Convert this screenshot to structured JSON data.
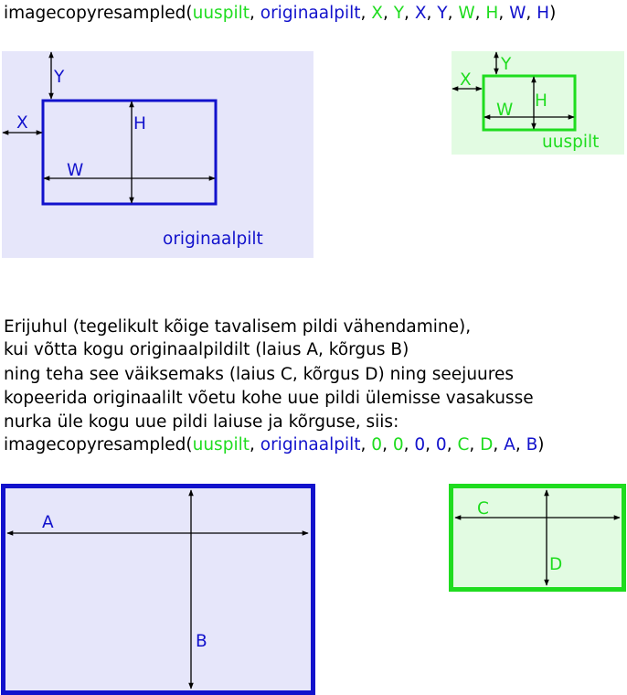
{
  "colors": {
    "blue": "#1212cc",
    "green": "#1fdc1f",
    "pale_blue": "#e6e6fa",
    "pale_green": "#e2fbe2"
  },
  "formula1": {
    "fn": "imagecopyresampled(",
    "args": [
      {
        "text": "uuspilt",
        "color": "green"
      },
      {
        "text": "originaalpilt",
        "color": "blue"
      },
      {
        "text": "X",
        "color": "green"
      },
      {
        "text": "Y",
        "color": "green"
      },
      {
        "text": "X",
        "color": "blue"
      },
      {
        "text": "Y",
        "color": "blue"
      },
      {
        "text": "W",
        "color": "green"
      },
      {
        "text": "H",
        "color": "green"
      },
      {
        "text": "W",
        "color": "blue"
      },
      {
        "text": "H",
        "color": "blue"
      }
    ],
    "sep": ", ",
    "close": ")"
  },
  "paragraph": [
    "Erijuhul (tegelikult kõige tavalisem pildi vähendamine),",
    "kui võtta kogu originaalpildilt (laius A, kõrgus B)",
    "ning teha see väiksemaks (laius C, kõrgus D) ning seejuures",
    "kopeerida originaalilt võetu kohe uue pildi ülemisse vasakusse",
    "nurka üle kogu uue pildi laiuse ja kõrguse, siis:"
  ],
  "formula2": {
    "fn": "imagecopyresampled(",
    "args": [
      {
        "text": "uuspilt",
        "color": "green"
      },
      {
        "text": "originaalpilt",
        "color": "blue"
      },
      {
        "text": "0",
        "color": "green"
      },
      {
        "text": "0",
        "color": "green"
      },
      {
        "text": "0",
        "color": "blue"
      },
      {
        "text": "0",
        "color": "blue"
      },
      {
        "text": "C",
        "color": "green"
      },
      {
        "text": "D",
        "color": "green"
      },
      {
        "text": "A",
        "color": "blue"
      },
      {
        "text": "B",
        "color": "blue"
      }
    ],
    "sep": ", ",
    "close": ")"
  },
  "diagram1": {
    "original_label": "originaalpilt",
    "new_label": "uuspilt",
    "original_dims": {
      "x": "X",
      "y": "Y",
      "w": "W",
      "h": "H"
    },
    "new_dims": {
      "x": "X",
      "y": "Y",
      "w": "W",
      "h": "H"
    }
  },
  "diagram2": {
    "original_dims": {
      "w": "A",
      "h": "B"
    },
    "new_dims": {
      "w": "C",
      "h": "D"
    }
  }
}
